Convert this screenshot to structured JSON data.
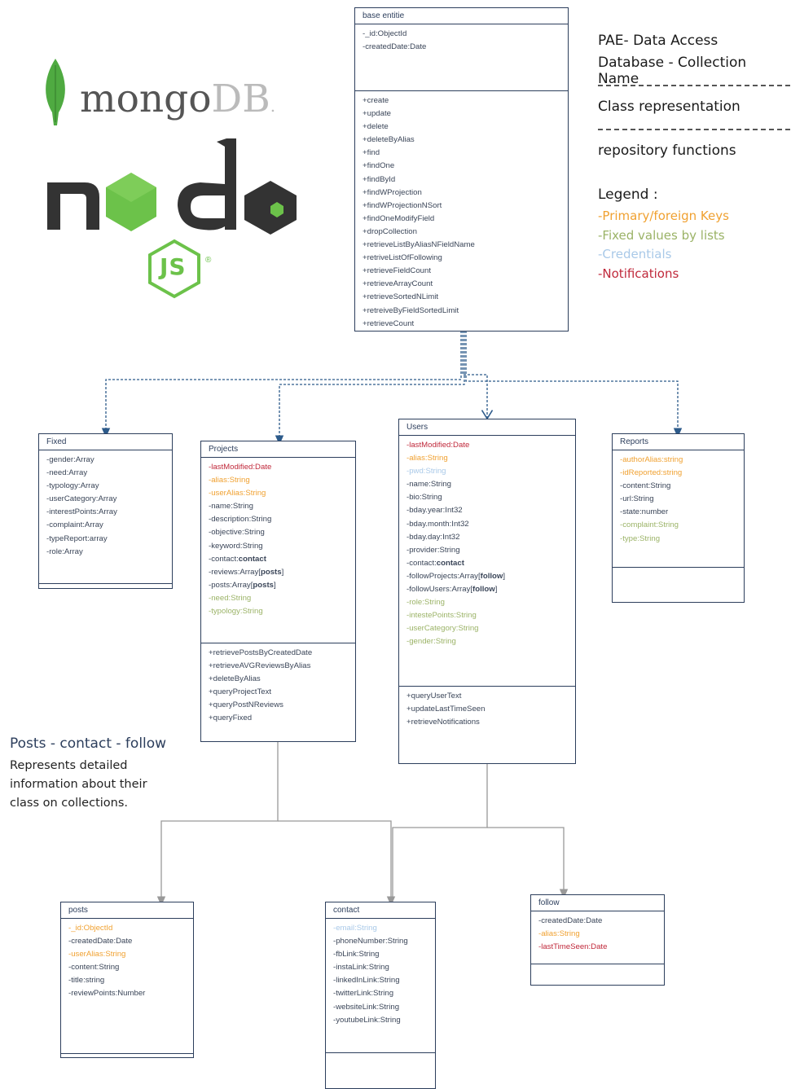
{
  "header": {
    "title_line1": "PAE- Data Access",
    "title_line2": "Database - Collection Name",
    "class_label": "Class representation",
    "repo_label": "repository functions",
    "legend_title": "Legend :",
    "legend": [
      {
        "label": "-Primary/foreign Keys",
        "color": "#f0a131"
      },
      {
        "label": "-Fixed values by lists",
        "color": "#9bb367"
      },
      {
        "label": "-Credentials",
        "color": "#a9c9e8"
      },
      {
        "label": "-Notifications",
        "color": "#c0293b"
      }
    ]
  },
  "logos": {
    "mongo_text_a": "mongo",
    "mongo_text_b": "DB",
    "mongo_reg": ".",
    "node_word_n": "n",
    "node_word_de": "de",
    "node_js": "JS",
    "node_reg": "®"
  },
  "note": {
    "title": "Posts - contact - follow",
    "body": "Represents detailed information about their class on collections."
  },
  "colors": {
    "border": "#2c3e5c",
    "connector": "#2c5a8a",
    "connector_gray": "#999999",
    "mongo_green": "#4faa41",
    "node_dark": "#333333",
    "node_green": "#6cc24a"
  },
  "classes": {
    "base": {
      "name": "base entitie",
      "attrs": [
        {
          "t": "-_id:ObjectId"
        },
        {
          "t": "-createdDate:Date"
        }
      ],
      "methods": [
        {
          "t": "+create"
        },
        {
          "t": "+update"
        },
        {
          "t": "+delete"
        },
        {
          "t": "+deleteByAlias"
        },
        {
          "t": "+find"
        },
        {
          "t": "+findOne"
        },
        {
          "t": "+findById"
        },
        {
          "t": "+findWProjection"
        },
        {
          "t": "+findWProjectionNSort"
        },
        {
          "t": "+findOneModifyField"
        },
        {
          "t": "+dropCollection"
        },
        {
          "t": "+retrieveListByAliasNFieldName"
        },
        {
          "t": "+retriveListOfFollowing"
        },
        {
          "t": "+retrieveFieldCount"
        },
        {
          "t": "+retrieveArrayCount"
        },
        {
          "t": "+retrieveSortedNLimit"
        },
        {
          "t": "+retreiveByFieldSortedLimit"
        },
        {
          "t": "+retrieveCount"
        }
      ]
    },
    "fixed": {
      "name": "Fixed",
      "attrs": [
        {
          "t": "-gender:Array"
        },
        {
          "t": "-need:Array"
        },
        {
          "t": "-typology:Array"
        },
        {
          "t": "-userCategory:Array"
        },
        {
          "t": "-interestPoints:Array"
        },
        {
          "t": "-complaint:Array"
        },
        {
          "t": "-typeReport:array"
        },
        {
          "t": "-role:Array"
        }
      ],
      "methods": []
    },
    "projects": {
      "name": "Projects",
      "attrs": [
        {
          "t": "-lastModified:Date",
          "c": "notif"
        },
        {
          "t": "-alias:String",
          "c": "key"
        },
        {
          "t": "-userAlias:String",
          "c": "key"
        },
        {
          "t": "-name:String"
        },
        {
          "t": "-description:String"
        },
        {
          "t": "-objective:String"
        },
        {
          "t": "-keyword:String"
        },
        {
          "a": "-contact:",
          "b": "contact"
        },
        {
          "a": "-reviews:Array[",
          "b": "posts",
          "z": "]"
        },
        {
          "a": "-posts:Array[",
          "b": "posts",
          "z": "]"
        },
        {
          "t": "-need:String",
          "c": "fixed"
        },
        {
          "t": "-typology:String",
          "c": "fixed"
        }
      ],
      "methods": [
        {
          "t": "+retrievePostsByCreatedDate"
        },
        {
          "t": "+retrieveAVGReviewsByAlias"
        },
        {
          "t": "+deleteByAlias"
        },
        {
          "t": "+queryProjectText"
        },
        {
          "t": "+queryPostNReviews"
        },
        {
          "t": "+queryFixed"
        }
      ]
    },
    "users": {
      "name": "Users",
      "attrs": [
        {
          "t": "-lastModified:Date",
          "c": "notif"
        },
        {
          "t": "-alias:String",
          "c": "key"
        },
        {
          "t": "-pwd:String",
          "c": "cred"
        },
        {
          "t": "-name:String"
        },
        {
          "t": "-bio:String"
        },
        {
          "t": "-bday.year:Int32"
        },
        {
          "t": "-bday.month:Int32"
        },
        {
          "t": "-bday.day:Int32"
        },
        {
          "t": "-provider:String"
        },
        {
          "a": "-contact:",
          "b": "contact"
        },
        {
          "a": "-followProjects:Array[",
          "b": "follow",
          "z": "]"
        },
        {
          "a": "-followUsers:Array[",
          "b": "follow",
          "z": "]"
        },
        {
          "t": "-role:String",
          "c": "fixed"
        },
        {
          "t": "-intestePoints:String",
          "c": "fixed"
        },
        {
          "t": "-userCategory:String",
          "c": "fixed"
        },
        {
          "t": "-gender:String",
          "c": "fixed"
        }
      ],
      "methods": [
        {
          "t": "+queryUserText"
        },
        {
          "t": "+updateLastTimeSeen"
        },
        {
          "t": "+retrieveNotifications"
        }
      ]
    },
    "reports": {
      "name": "Reports",
      "attrs": [
        {
          "t": "-authorAlias:string",
          "c": "key"
        },
        {
          "t": "-idReported:string",
          "c": "key"
        },
        {
          "t": "-content:String"
        },
        {
          "t": "-url:String"
        },
        {
          "t": "-state:number"
        },
        {
          "t": "-complaint:String",
          "c": "fixed"
        },
        {
          "t": "-type:String",
          "c": "fixed"
        }
      ],
      "methods": []
    },
    "posts": {
      "name": "posts",
      "attrs": [
        {
          "t": "-_id:ObjectId",
          "c": "key"
        },
        {
          "t": "-createdDate:Date"
        },
        {
          "t": "-userAlias:String",
          "c": "key"
        },
        {
          "t": "-content:String"
        },
        {
          "t": "-title:string"
        },
        {
          "t": "-reviewPoints:Number"
        }
      ],
      "methods": []
    },
    "contact": {
      "name": "contact",
      "attrs": [
        {
          "t": "-email:String",
          "c": "cred"
        },
        {
          "t": "-phoneNumber:String"
        },
        {
          "t": "-fbLink:String"
        },
        {
          "t": "-instaLink:String"
        },
        {
          "t": "-linkedInLink:String"
        },
        {
          "t": "-twitterLink:String"
        },
        {
          "t": "-websiteLink:String"
        },
        {
          "t": "-youtubeLink:String"
        }
      ],
      "methods": []
    },
    "follow": {
      "name": "follow",
      "attrs": [
        {
          "t": "-createdDate:Date"
        },
        {
          "t": "-alias:String",
          "c": "key"
        },
        {
          "t": "-lastTimeSeen:Date",
          "c": "notif"
        }
      ],
      "methods": []
    }
  }
}
